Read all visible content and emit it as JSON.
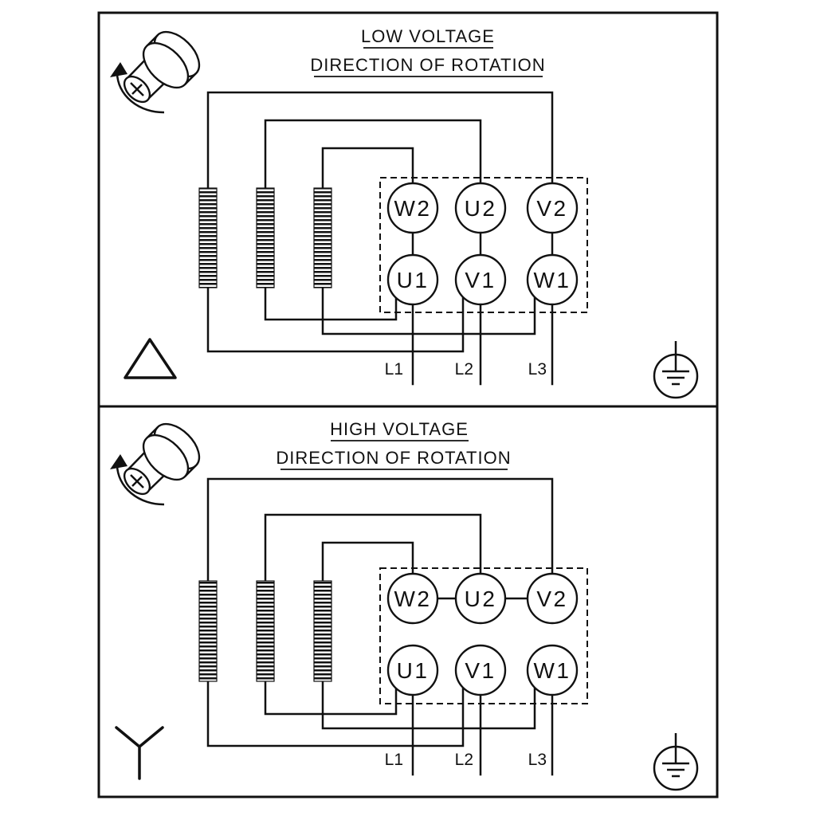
{
  "diagram": {
    "background_color": "#ffffff",
    "line_color": "#111111",
    "panels": [
      {
        "title": "LOW VOLTAGE",
        "subtitle": "DIRECTION OF ROTATION",
        "connection_type": "delta",
        "terminals_top": [
          "W2",
          "U2",
          "V2"
        ],
        "terminals_bottom": [
          "U1",
          "V1",
          "W1"
        ],
        "supply_lines": [
          "L1",
          "L2",
          "L3"
        ],
        "icons": [
          "rotating-shaft-icon",
          "delta-symbol",
          "earth-ground-icon"
        ]
      },
      {
        "title": "HIGH VOLTAGE",
        "subtitle": "DIRECTION OF ROTATION",
        "connection_type": "star",
        "terminals_top": [
          "W2",
          "U2",
          "V2"
        ],
        "terminals_bottom": [
          "U1",
          "V1",
          "W1"
        ],
        "supply_lines": [
          "L1",
          "L2",
          "L3"
        ],
        "icons": [
          "rotating-shaft-icon",
          "star-symbol",
          "earth-ground-icon"
        ]
      }
    ]
  }
}
